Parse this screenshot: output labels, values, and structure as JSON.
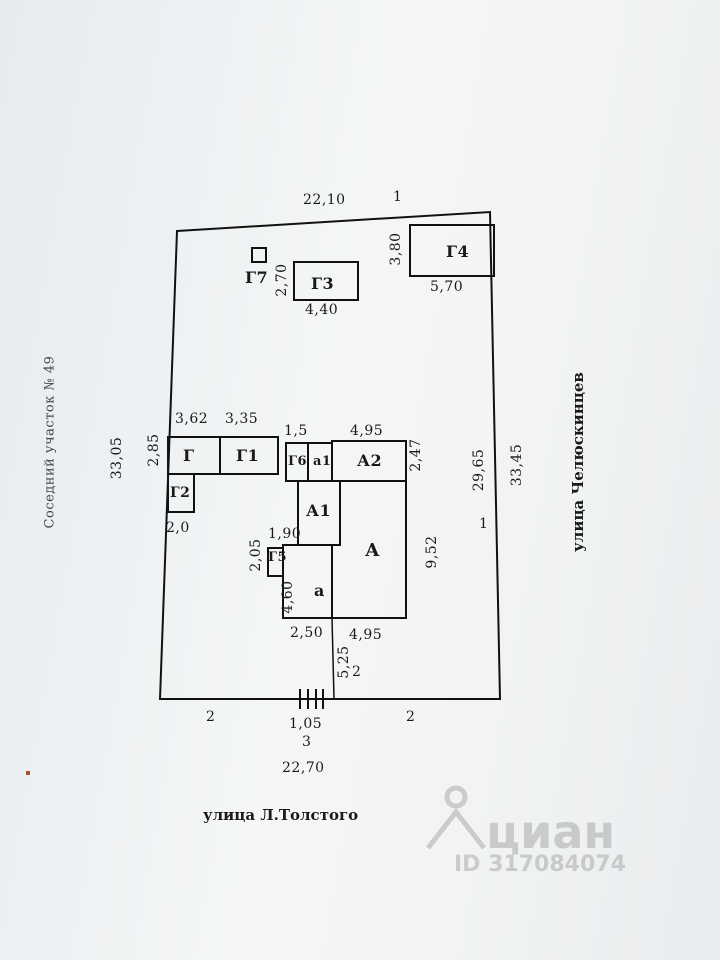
{
  "plan": {
    "dims": {
      "top_width": "22,10",
      "top_marker": "1",
      "left_height": "33,05",
      "right_height": "33,45",
      "right_inner": "29,65",
      "right_marker": "1",
      "bottom_width": "22,70",
      "bottom_left_marker": "2",
      "bottom_right_marker": "2",
      "gate_width": "1,05",
      "gate_marker": "3",
      "path_len": "5,25",
      "path_marker": "2"
    },
    "neighbor_label": "Соседний участок № 49",
    "street_bottom": "улица Л.Толстого",
    "street_right": "улица Челюскинцев"
  },
  "buildings": {
    "g7": {
      "label": "Г7",
      "height": "2,70"
    },
    "g3": {
      "label": "Г3",
      "width": "4,40"
    },
    "g4": {
      "label": "Г4",
      "height": "3,80",
      "width": "5,70"
    },
    "g": {
      "label": "Г",
      "width": "3,62",
      "height": "2,85"
    },
    "g1": {
      "label": "Г1",
      "width": "3,35"
    },
    "g2": {
      "label": "Г2",
      "width": "2,0"
    },
    "g6": {
      "label": "Г6",
      "width": "1,5"
    },
    "a1_small": {
      "label": "а1"
    },
    "a2": {
      "label": "А2",
      "width": "4,95",
      "height": "2,47"
    },
    "a1": {
      "label": "А1",
      "width": "1,90"
    },
    "g5": {
      "label": "Г5",
      "height": "2,05"
    },
    "a_small": {
      "label": "а",
      "height": "4,60",
      "width": "2,50"
    },
    "a": {
      "label": "А",
      "height": "9,52",
      "width": "4,95"
    }
  },
  "watermark": {
    "brand": "циан",
    "id": "ID 317084074"
  }
}
